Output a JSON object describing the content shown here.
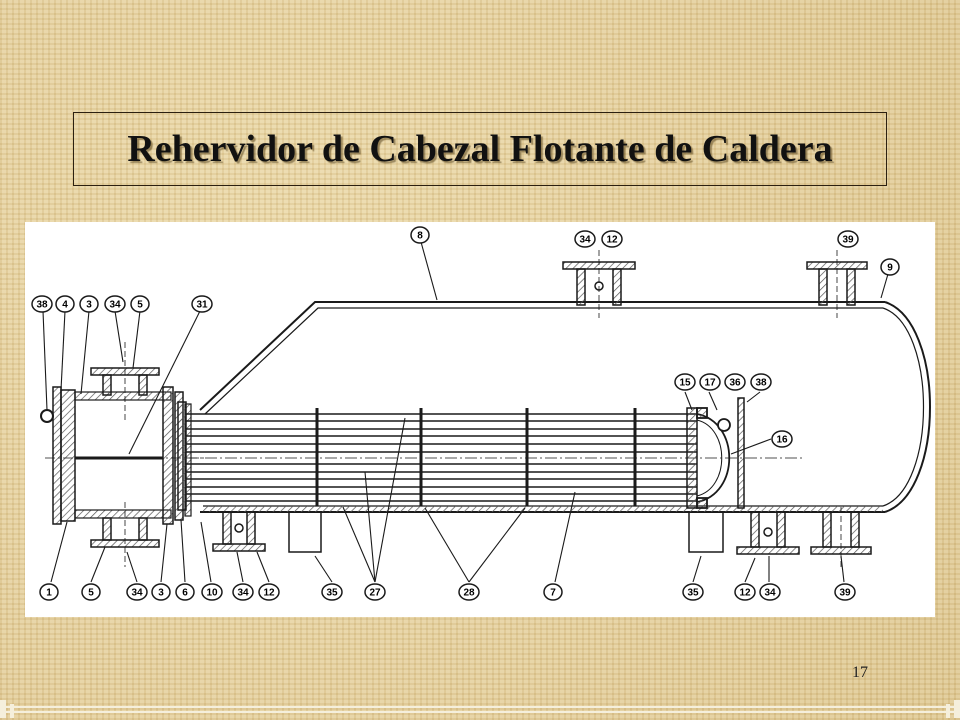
{
  "slide": {
    "title": "Rehervidor de Cabezal Flotante de Caldera",
    "page_number": "17"
  },
  "diagram": {
    "callouts": [
      {
        "label": "38"
      },
      {
        "label": "4"
      },
      {
        "label": "3"
      },
      {
        "label": "34"
      },
      {
        "label": "5"
      },
      {
        "label": "31"
      },
      {
        "label": "8"
      },
      {
        "label": "34"
      },
      {
        "label": "12"
      },
      {
        "label": "39"
      },
      {
        "label": "9"
      },
      {
        "label": "15"
      },
      {
        "label": "17"
      },
      {
        "label": "36"
      },
      {
        "label": "38"
      },
      {
        "label": "16"
      },
      {
        "label": "1"
      },
      {
        "label": "5"
      },
      {
        "label": "34"
      },
      {
        "label": "3"
      },
      {
        "label": "6"
      },
      {
        "label": "10"
      },
      {
        "label": "34"
      },
      {
        "label": "12"
      },
      {
        "label": "35"
      },
      {
        "label": "27"
      },
      {
        "label": "28"
      },
      {
        "label": "7"
      },
      {
        "label": "35"
      },
      {
        "label": "12"
      },
      {
        "label": "34"
      },
      {
        "label": "39"
      }
    ]
  },
  "colors": {
    "line": "#1a1a1a",
    "hatch": "#6b6b6b",
    "frame": "#2c2010"
  }
}
